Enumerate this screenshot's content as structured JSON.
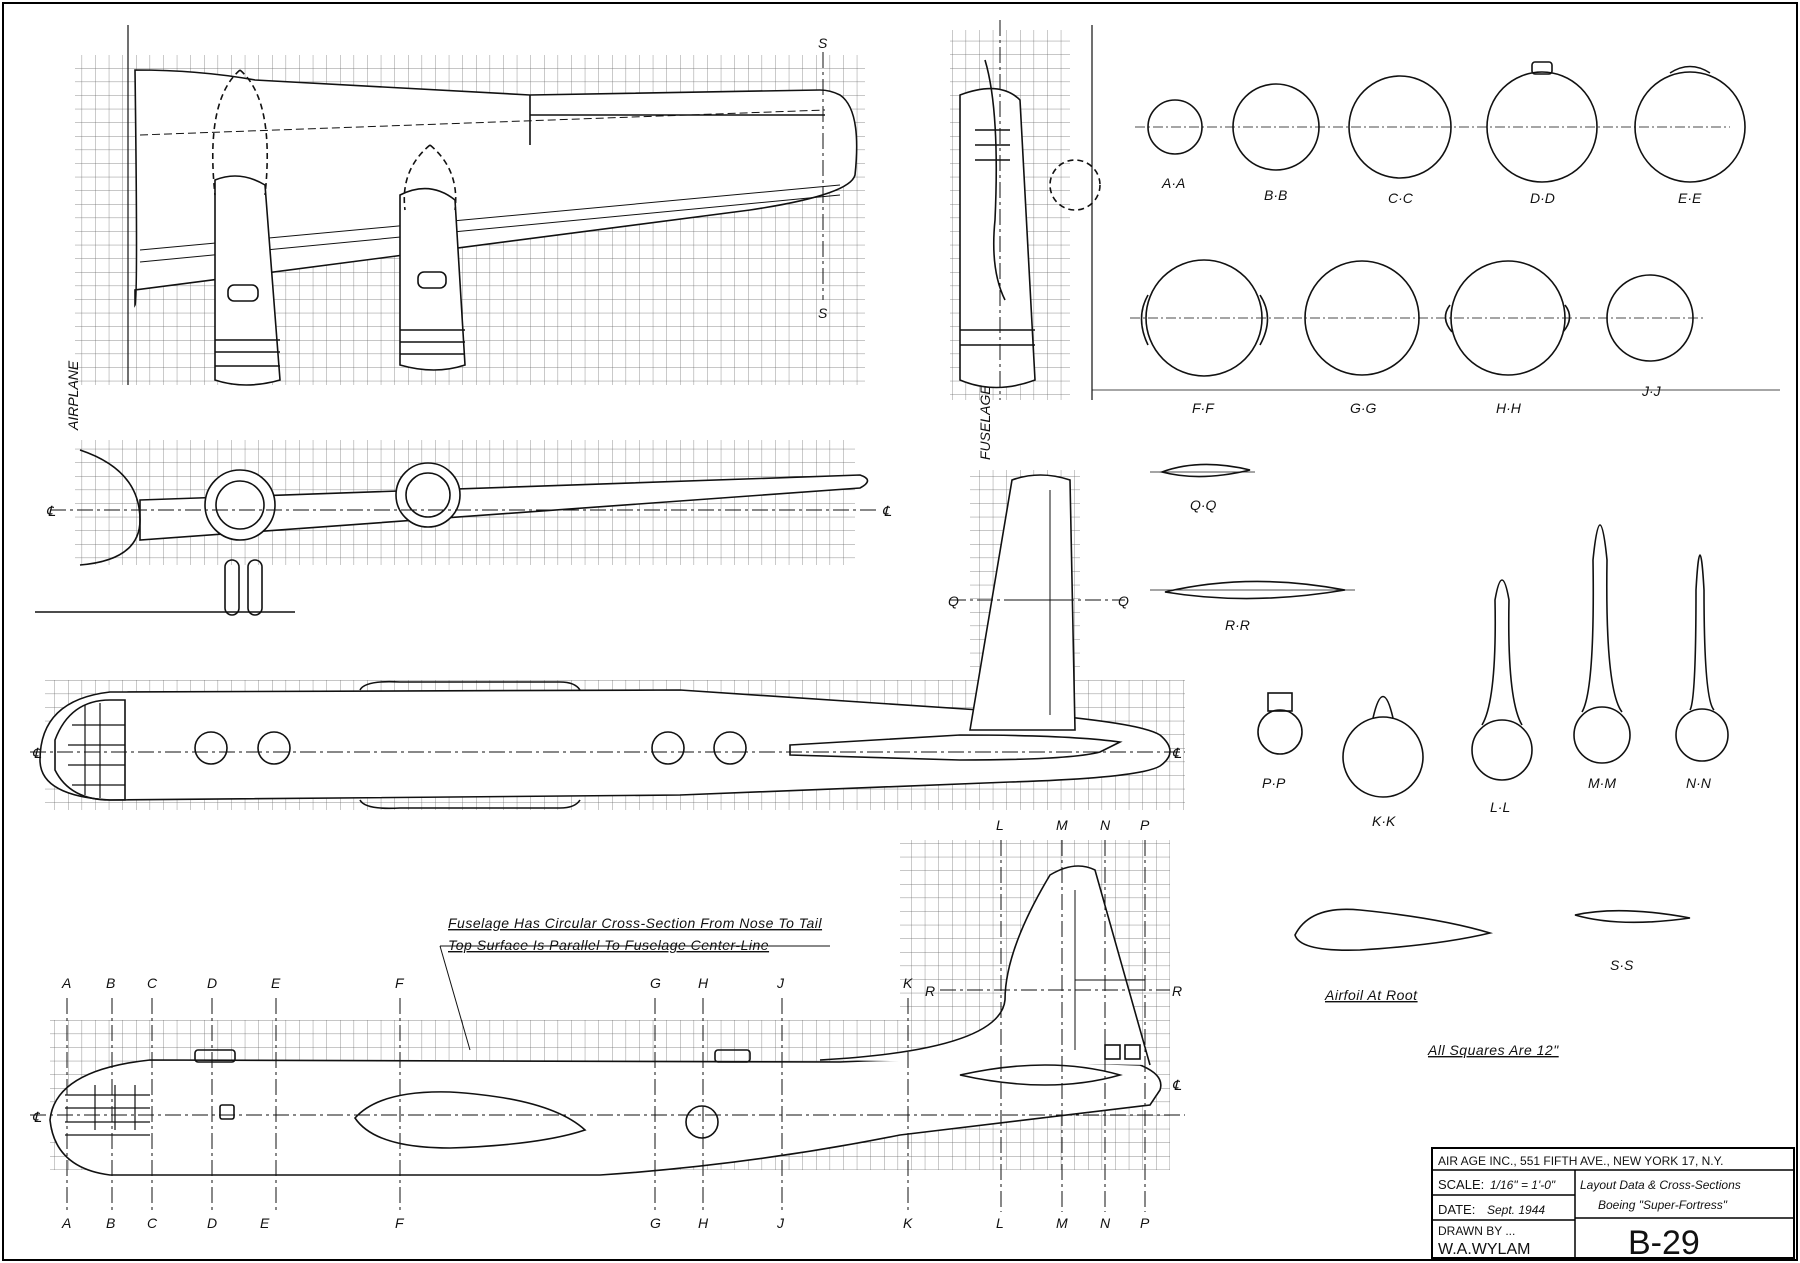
{
  "notes": {
    "cross_section": "Fuselage Has Circular Cross-Section From Nose To Tail",
    "top_surface": "Top Surface Is Parallel To Fuselage Center-Line",
    "airfoil_root": "Airfoil At Root",
    "squares": "All Squares Are 12\""
  },
  "centerline_labels": {
    "airplane": "AIRPLANE",
    "fuselage": "FUSELAGE",
    "cl_symbol": "℄"
  },
  "station_letters": [
    "A",
    "B",
    "C",
    "D",
    "E",
    "F",
    "G",
    "H",
    "J",
    "K",
    "L",
    "M",
    "N",
    "P"
  ],
  "wing_section_letter": "S",
  "tail_section_letters": {
    "q": "Q",
    "r": "R"
  },
  "section_labels": {
    "aa": "A·A",
    "bb": "B·B",
    "cc": "C·C",
    "dd": "D·D",
    "ee": "E·E",
    "ff": "F·F",
    "gg": "G·G",
    "hh": "H·H",
    "jj": "J·J",
    "qq": "Q·Q",
    "rr": "R·R",
    "pp": "P·P",
    "kk": "K·K",
    "ll": "L·L",
    "mm": "M·M",
    "nn": "N·N",
    "ss": "S·S"
  },
  "title_block": {
    "publisher": "AIR AGE INC., 551 FIFTH AVE., NEW YORK 17, N.Y.",
    "scale_label": "SCALE:",
    "scale_value": "1/16\" = 1'-0\"",
    "date_label": "DATE:",
    "date_value": "Sept. 1944",
    "drawn_by_label": "DRAWN BY ...",
    "drawn_by": "W.A.WYLAM",
    "subject": "Layout Data & Cross-Sections",
    "aircraft_name": "Boeing \"Super-Fortress\"",
    "model": "B-29"
  }
}
